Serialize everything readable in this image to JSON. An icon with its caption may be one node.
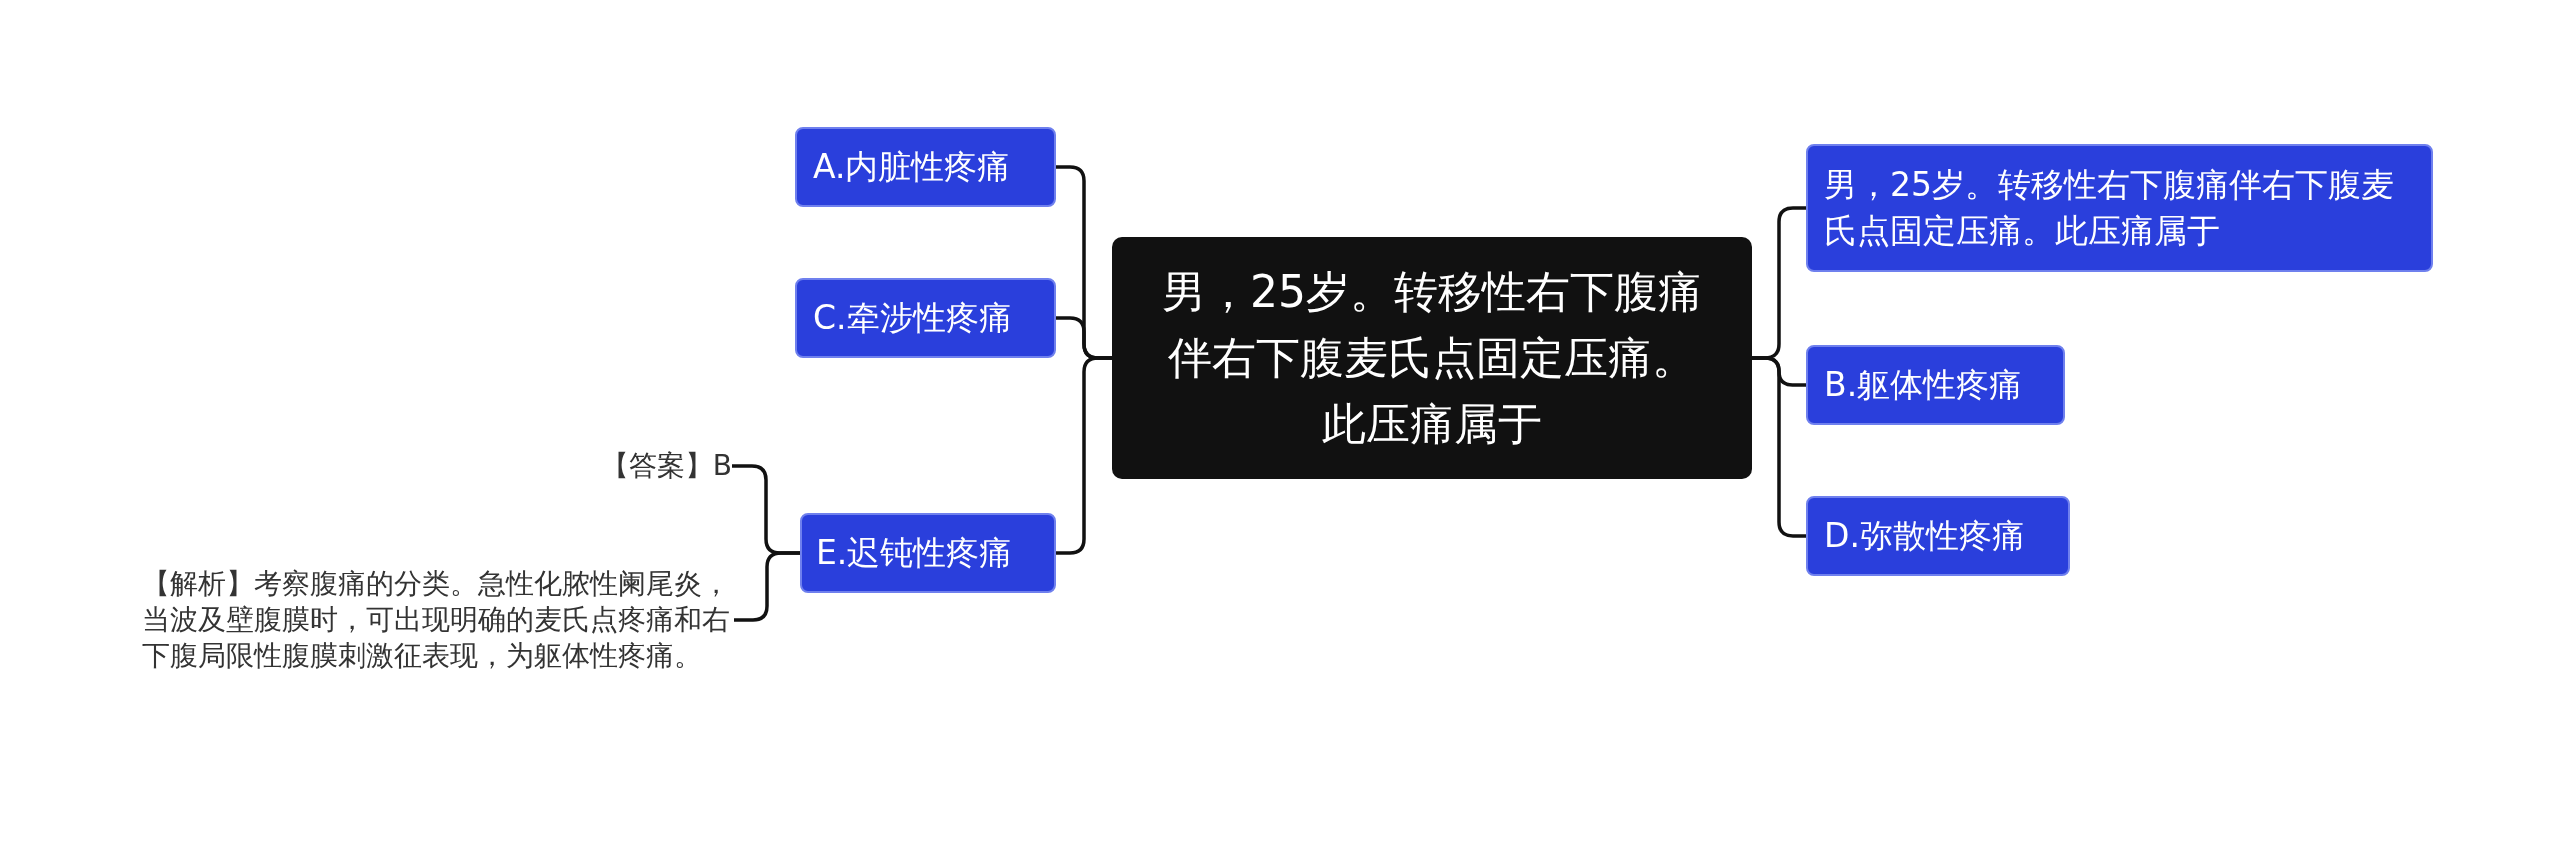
{
  "diagram": {
    "nodes": [
      {
        "text": [
          "男，25岁。转移性右下腹痛伴右下腹麦氏点固定压痛。此压痛属于"
        ]
      },
      {
        "text": [
          "A.内脏性疼痛"
        ]
      },
      {
        "text": [
          "C.牵涉性疼痛"
        ]
      },
      {
        "text": [
          "E.迟钝性疼痛"
        ]
      },
      {
        "text": [
          "【答案】B"
        ]
      },
      {
        "text": [
          "【解析】考察腹痛的分类。急性化脓性阑尾炎，当波及壁腹膜时，可出现明确的麦氏点疼痛和右下腹局限性腹膜刺激征表现，为躯体性疼痛。"
        ]
      },
      {
        "text": [
          "男，25岁。转移性右下腹痛伴右下腹麦氏点固定压痛。此压痛属于"
        ]
      },
      {
        "text": [
          "B.躯体性疼痛"
        ]
      },
      {
        "text": [
          "D.弥散性疼痛"
        ]
      }
    ],
    "edges": [
      {
        "from": 0,
        "to": 1,
        "arrow": "none"
      },
      {
        "from": 0,
        "to": 2,
        "arrow": "none"
      },
      {
        "from": 0,
        "to": 3,
        "arrow": "none"
      },
      {
        "from": 3,
        "to": 4,
        "arrow": "none"
      },
      {
        "from": 3,
        "to": 5,
        "arrow": "none"
      },
      {
        "from": 0,
        "to": 6,
        "arrow": "none"
      },
      {
        "from": 0,
        "to": 7,
        "arrow": "none"
      },
      {
        "from": 0,
        "to": 8,
        "arrow": "none"
      }
    ]
  }
}
